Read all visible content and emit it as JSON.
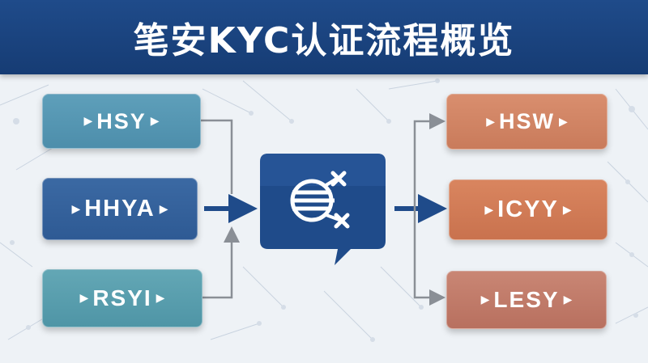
{
  "title": "笔安KYC认证流程概览",
  "left_boxes": [
    {
      "label": "HSY"
    },
    {
      "label": "HHYA"
    },
    {
      "label": "RSYI"
    }
  ],
  "right_boxes": [
    {
      "label": "HSW"
    },
    {
      "label": "ICYY"
    },
    {
      "label": "LESY"
    }
  ],
  "colors": {
    "title_bar": "#1f4b8a",
    "left_blue": "#3b69a3",
    "left_teal": "#5e9fba",
    "right_orange": "#d9855f",
    "hub": "#1f4b8a"
  },
  "icons": {
    "hub": "verification-chat-icon",
    "marker": "triangle-right-icon"
  }
}
